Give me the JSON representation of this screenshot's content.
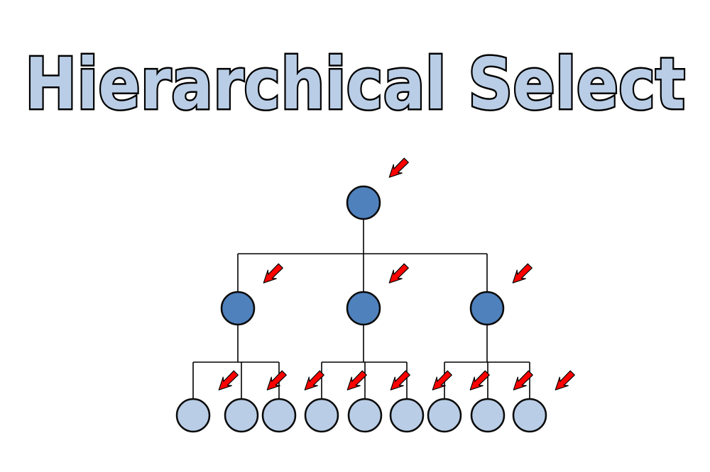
{
  "title": "Hierarchical Select",
  "colors": {
    "title_fill": "#b9cde6",
    "title_stroke": "#000000",
    "root_fill": "#4f81bd",
    "mid_fill": "#4f81bd",
    "leaf_fill": "#b9cde6",
    "node_stroke": "#0a0a0a",
    "connector": "#000000",
    "arrow_fill": "#ff0000",
    "arrow_stroke": "#000000"
  },
  "tree": {
    "root": {
      "id": "root",
      "selectable": true
    },
    "children": [
      {
        "id": "mid-1",
        "selectable": true,
        "leaves": [
          "leaf-1",
          "leaf-2",
          "leaf-3"
        ]
      },
      {
        "id": "mid-2",
        "selectable": true,
        "leaves": [
          "leaf-4",
          "leaf-5",
          "leaf-6"
        ]
      },
      {
        "id": "mid-3",
        "selectable": true,
        "leaves": [
          "leaf-7",
          "leaf-8",
          "leaf-9"
        ]
      }
    ]
  },
  "arrow_icon": "red-pointer-arrow-icon"
}
